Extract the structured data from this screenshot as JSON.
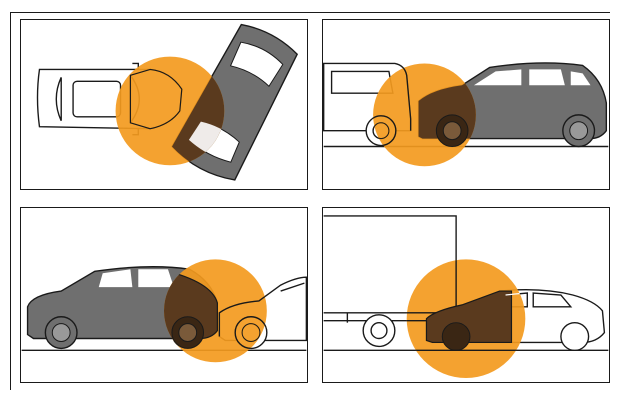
{
  "colors": {
    "impact": "#f39a1e",
    "impact_dark": "#5a3a1e",
    "car_gray": "#6f6f6f",
    "outline": "#1a1a1a",
    "background": "#ffffff"
  },
  "panels": [
    {
      "id": "top-view-side-impact"
    },
    {
      "id": "rear-end-collision"
    },
    {
      "id": "front-collision"
    },
    {
      "id": "underride-truck-collision"
    }
  ]
}
